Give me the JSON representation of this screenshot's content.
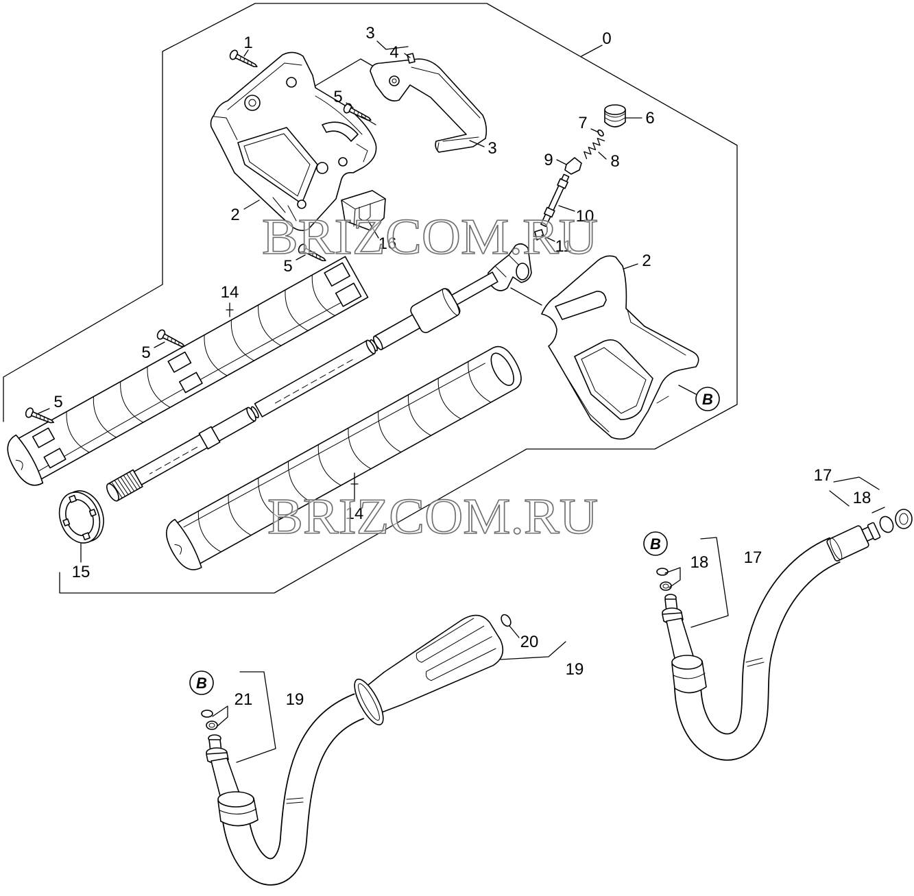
{
  "callouts": [
    "1",
    "3",
    "4",
    "0",
    "5",
    "6",
    "7",
    "3",
    "8",
    "9",
    "2",
    "10",
    "16",
    "11",
    "5",
    "2",
    "14",
    "5",
    "5",
    "17",
    "18",
    "14",
    "18",
    "17",
    "15",
    "20",
    "19",
    "21",
    "19"
  ],
  "reference_marker": "B",
  "watermark": "BRIZCOM.RU"
}
